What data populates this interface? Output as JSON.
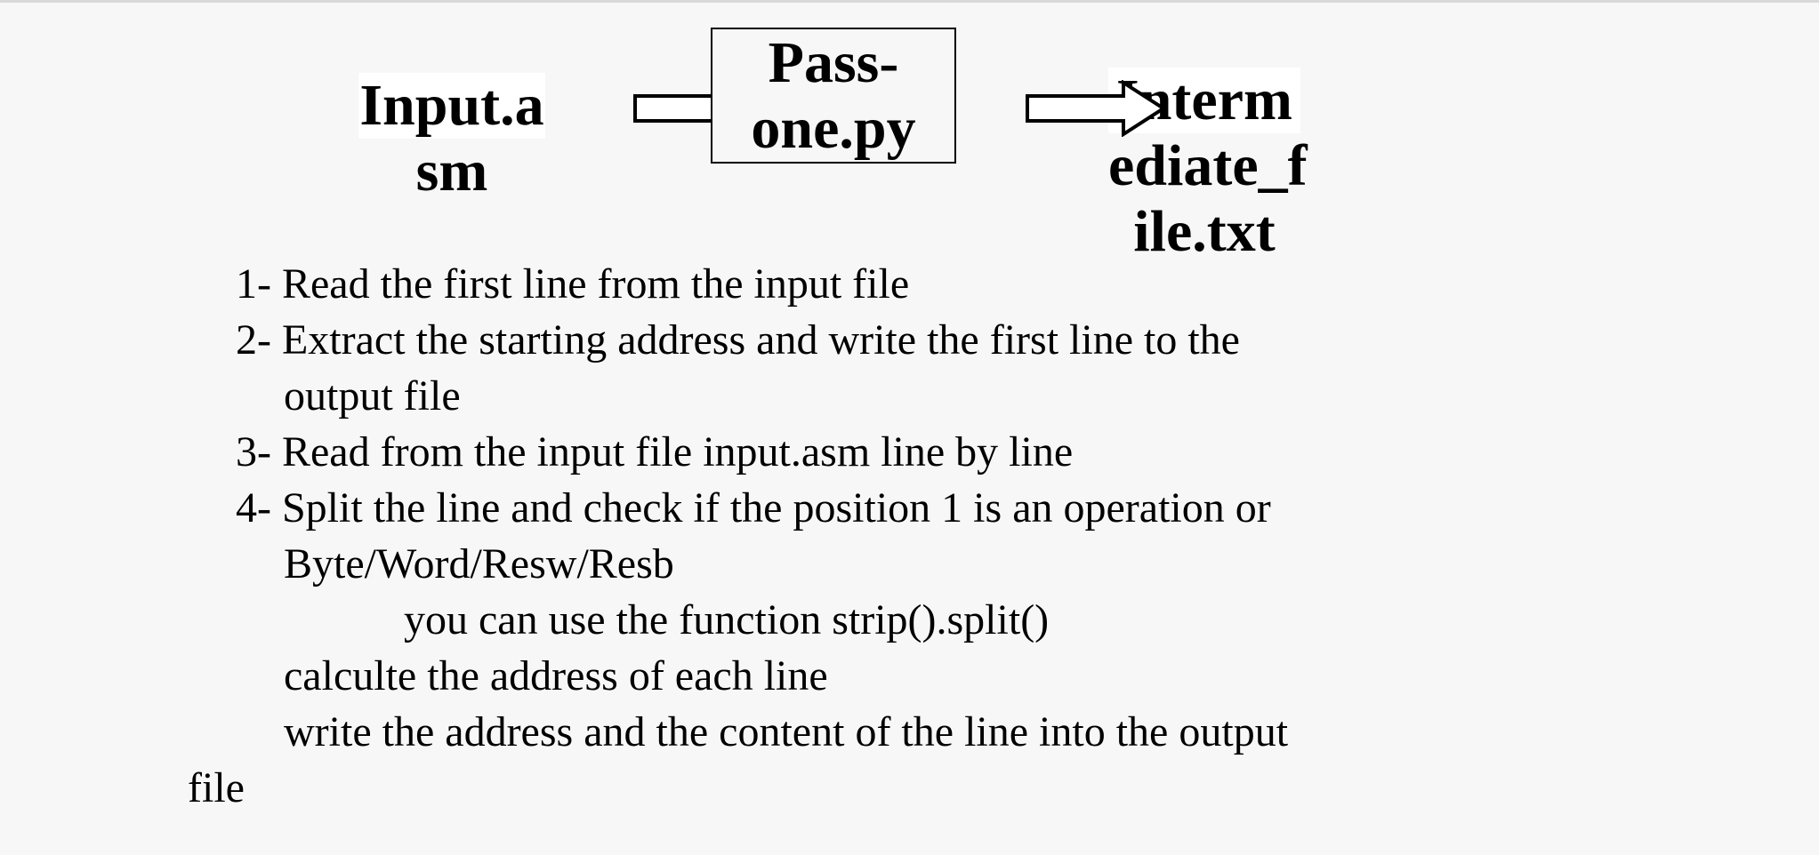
{
  "diagram": {
    "nodes": [
      {
        "id": "input",
        "lines": [
          "Input.a",
          "sm"
        ]
      },
      {
        "id": "pass",
        "lines": [
          "Pass-",
          "one.py"
        ]
      },
      {
        "id": "output",
        "lines": [
          "Interm",
          "ediate_f",
          "ile.txt"
        ]
      }
    ],
    "edges": [
      {
        "from": "input",
        "to": "pass"
      },
      {
        "from": "pass",
        "to": "output"
      }
    ]
  },
  "steps": {
    "lines": [
      "1- Read the first line from the input file",
      "2- Extract the starting address and write the first line to the",
      "output file",
      "3- Read from the input file input.asm line by line",
      "4- Split the line and check if the position 1 is an operation or",
      "Byte/Word/Resw/Resb",
      "you can use the function strip().split()",
      "calculte the address of each line",
      "write the address and the content of the line into the output",
      "file"
    ]
  }
}
